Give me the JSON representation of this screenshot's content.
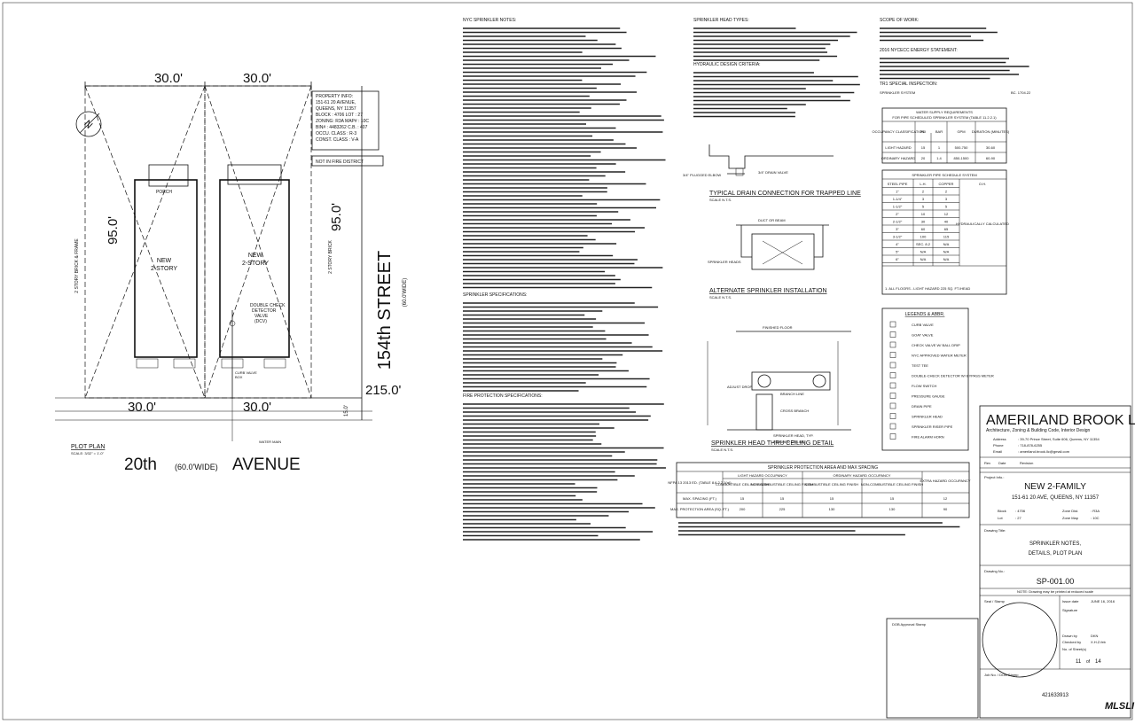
{
  "plot": {
    "dims": {
      "top_left": "30.0'",
      "top_right": "30.0'",
      "left_depth": "95.0'",
      "right_depth": "95.0'",
      "bottom_left": "30.0'",
      "bottom_right": "30.0'",
      "frontage": "215.0'",
      "side_offset": "15.0'"
    },
    "property_info": [
      "PROPERTY INFO:",
      "151-61 20 AVENUE,",
      "QUEENS, NY 11357",
      "BLOCK : 4706    LOT : 27",
      "ZONING: R3A    MAP# : 10C",
      "BIN# : 4483262  C.B. : 407",
      "OCCU. CLASS  : R-3",
      "CONST. CLASS : V-A"
    ],
    "fire_district": "NOT IN FIRE DISTRICT",
    "north": "N",
    "porch": "PORCH",
    "existing_label": [
      "NEW",
      "2-STORY"
    ],
    "new_label": [
      "NEW",
      "2-STORY"
    ],
    "neighbor_left": "2 STORY BRICK & FRAME",
    "neighbor_right": "2 STORY BRICK",
    "street": "154th STREET",
    "street_width": "(60.0'WIDE)",
    "avenue": "20th",
    "avenue_width": "(60.0'WIDE)",
    "avenue_suffix": "AVENUE",
    "detector": [
      "DOUBLE CHECK",
      "DETECTOR",
      "VALVE",
      "(DCV)"
    ],
    "curb_valve": [
      "CURB VALVE",
      "BOX"
    ],
    "water_main": "WATER MAIN",
    "plan_title": "PLOT PLAN",
    "plan_scale": "SCALE: 3/32\" = 1'-0\""
  },
  "notes": {
    "col1_heading": "NYC SPRINKLER NOTES:",
    "col1_section2": "SPRINKLER SPECIFICATIONS:",
    "col1_section3": "FIRE PROTECTION SPECIFICATIONS:",
    "col2_heading": "SPRINKLER HEAD TYPES:",
    "col2_sub": "HYDRAULIC DESIGN CRITERIA:",
    "col3_heading": "SCOPE OF WORK:",
    "col3_sub1": "2016 NYCECC ENERGY STATEMENT:",
    "col3_sub2": "TR1 SPECIAL INSPECTION:",
    "tr1_row": "SPRINKLER SYSTEM",
    "tr1_code": "BC. 1704.22"
  },
  "details": {
    "drain_title": "TYPICAL DRAIN CONNECTION FOR TRAPPED LINE",
    "drain_scale": "SCALE N.T.S.",
    "alt_title": "ALTERNATE SPRINKLER INSTALLATION",
    "alt_scale": "SCALE N.T.S.",
    "head_title": "SPRINKLER HEAD THRU CEILING DETAIL",
    "head_scale": "SCALE N.T.S.",
    "labels": [
      "3/4\" PLUGGED ELBOW",
      "3/4\" DRAIN VALVE",
      "DUCT OR BEAM",
      "SPRINKLER HEADS",
      "FINISHED FLOOR",
      "ADJUST DROP",
      "BRANCH LINE",
      "CROSS BRANCH",
      "SPRINKLER HEAD, TYP.",
      "FINISHED CEILING"
    ]
  },
  "tables": {
    "water_title": [
      "WATER SUPPLY REQUIREMENTS",
      "FOR PIPE SCHEDULED SPRINKLER SYSTEM (TABLE 11.2.2.1)"
    ],
    "water_rows": [
      [
        "OCCUPANCY CLASSIFICATION",
        "PSI",
        "BAR",
        "GPM",
        "DURATION (MINUTES)"
      ],
      [
        "LIGHT HAZARD",
        "15",
        "1",
        "500-750",
        "30-60"
      ],
      [
        "ORDINARY HAZARD",
        "20",
        "1.4",
        "850-1500",
        "60-90"
      ]
    ],
    "schedule_title": "SPRINKLER PIPE SCHEDULE SYSTEM",
    "schedule_rows": [
      [
        "STEEL PIPE",
        "L.H.",
        "COPPER",
        "O.H."
      ],
      [
        "1\"",
        "2",
        "2",
        ""
      ],
      [
        "1-1/4\"",
        "3",
        "3",
        ""
      ],
      [
        "1-1/2\"",
        "5",
        "5",
        ""
      ],
      [
        "2\"",
        "10",
        "12",
        ""
      ],
      [
        "2-1/2\"",
        "30",
        "40",
        ""
      ],
      [
        "3\"",
        "60",
        "65",
        ""
      ],
      [
        "3-1/2\"",
        "100",
        "115",
        ""
      ],
      [
        "4\"",
        "SEC. 8.2",
        "N/A",
        ""
      ],
      [
        "5\"",
        "N/A",
        "N/A",
        ""
      ],
      [
        "6\"",
        "N/A",
        "N/A",
        ""
      ]
    ],
    "schedule_note": "HYDRAULICALLY CALCULATED",
    "schedule_footer": "1. ALL FLOORS - LIGHT HAZARD 225 SQ. FT./HEAD",
    "legend_title": "LEGENDS & ABBR.",
    "legend_items": [
      "CURB VALVE",
      "GOAT VALVE",
      "CHECK VALVE W/ BALL DRIP",
      "NYC APPROVED WATER METER",
      "TEST TEE",
      "DOUBLE-CHECK DETECTOR W/ BYPASS METER",
      "FLOW SWITCH",
      "PRESSURE GAUGE",
      "DRAIN PIPE",
      "SPRINKLER HEAD",
      "SPRINKLER RISER PIPE",
      "FIRE ALARM HORN"
    ],
    "protection_title": "SPRINKLER PROTECTION AREA AND MAX SPACING",
    "protection_groups": [
      "LIGHT HAZARD OCCUPANCY",
      "ORDINARY HAZARD OCCUPANCY",
      "EXTRA HAZARD OCCUPANCY"
    ],
    "protection_sub": [
      "COMBUSTIBLE CEILING FINISH",
      "NON-COMBUSTIBLE CEILING FINISH",
      "COMBUSTIBLE CEILING FINISH",
      "NON-COMBUSTIBLE CEILING FINISH"
    ],
    "protection_rowhead": "NFPA 13 2013 ED. (TABLE 8.6.2.2.1(a))",
    "protection_rows": [
      [
        "MAX. SPACING (FT.)",
        "15",
        "15",
        "15",
        "15",
        "12"
      ],
      [
        "MAX. PROTECTION AREA (SQ. FT.)",
        "200",
        "225",
        "130",
        "130",
        "90"
      ]
    ]
  },
  "titleblock": {
    "firm": "AMERILAND BROOK LLC",
    "firm_sub": "Architecture, Zoning & Building Code, Interior Design",
    "address_label": "Address",
    "address": ": 39-70 Prince Street, Suite 606, Queens, NY 11354",
    "phone_label": "Phone",
    "phone": ": 718-878-6255",
    "email_label": "Email",
    "email": ": ameriland.brook.llc@gmail.com",
    "rev_head": [
      "Rev",
      "Date",
      "Revision"
    ],
    "project_label": "Project Info.:",
    "project_name": "NEW 2-FAMILY",
    "project_addr": "151-61 20 AVE, QUEENS, NY 11357",
    "block_l": "Block",
    "block_v": ": 4706",
    "zone_l": "Zone Dist.",
    "zone_v": ": R3A",
    "lot_l": "Lot",
    "lot_v": ": 27",
    "map_l": "Zone Map",
    "map_v": ": 10C",
    "drawing_title_label": "Drawing Title:",
    "drawing_title": [
      "SPRINKLER NOTES,",
      "DETAILS, PLOT PLAN"
    ],
    "drawing_no_label": "Drawing No.:",
    "drawing_no": "SP-001.00",
    "drawing_note": "NOTE: Drawing may be printed at reduced scale",
    "seal_label": "Seal / Stamp",
    "issue_label": "Issue date",
    "issue_date": "JUNE 16, 2016",
    "signature_label": "Signature",
    "drawn_label": "Drawn by",
    "drawn_v": "DKN",
    "checked_label": "Checked by",
    "checked_v": "X.H.Z.feb",
    "sheets_label": "No. of Sheet(s)",
    "sheet_no": "11",
    "sheet_of": "of",
    "sheet_total": "14",
    "job_label": "Job No. / DOB Stamp",
    "job_no": "421633913",
    "dob_label": "DOB Approval Stamp"
  },
  "watermark": "MLSLI"
}
